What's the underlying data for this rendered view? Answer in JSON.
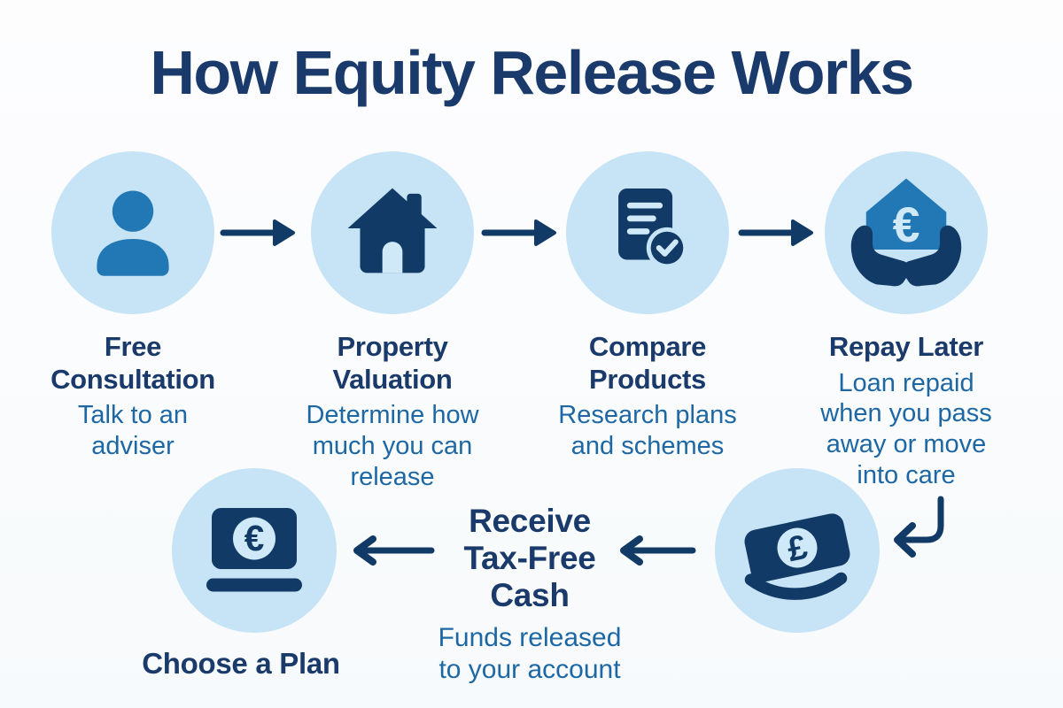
{
  "title": "How Equity Release Works",
  "steps": {
    "consultation": {
      "title": [
        "Free",
        "Consultation"
      ],
      "subtitle": [
        "Talk to an",
        "adviser"
      ]
    },
    "valuation": {
      "title": [
        "Property",
        "Valuation"
      ],
      "subtitle": [
        "Determine how",
        "much you can",
        "release"
      ]
    },
    "compare": {
      "title": [
        "Compare",
        "Products"
      ],
      "subtitle": [
        "Research plans",
        "and schemes"
      ]
    },
    "repay": {
      "title": [
        "Repay Later"
      ],
      "subtitle": [
        "Loan repaid",
        "when you pass",
        "away or move",
        "into care"
      ]
    },
    "receive": {
      "title": [
        "Receive",
        "Tax-Free",
        "Cash"
      ],
      "subtitle": [
        "Funds released",
        "to your account"
      ]
    },
    "choose": {
      "title": [
        "Choose a Plan"
      ]
    }
  },
  "symbols": {
    "euro": "€",
    "pound": "£"
  },
  "colors": {
    "background": "#fdfdfe",
    "circle_fill": "#c6e4f6",
    "navy": "#123a66",
    "medium_blue": "#2278b5",
    "heading_navy": "#1a3a6b",
    "subtitle_blue": "#1d68a4",
    "icon_light": "#cfe9f8"
  }
}
